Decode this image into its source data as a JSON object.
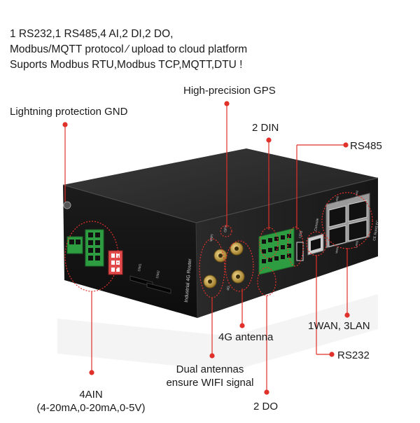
{
  "header_lines": [
    "1 RS232,1  RS485,4 AI,2 DI,2 DO,",
    "Modbus/MQTT protocol  ⁄  upload to cloud platform",
    "Suports Modbus RTU,Modbus TCP,MQTT,DTU !"
  ],
  "callouts": {
    "gps": "High-precision GPS",
    "gnd": "Lightning protection GND",
    "din": "2 DIN",
    "rs485": "RS485",
    "antenna4g": "4G antenna",
    "wan_lan": "1WAN, 3LAN",
    "rs232": "RS232",
    "wifi_line1": "Dual antennas",
    "wifi_line2": "ensure WIFI signal",
    "ain_line1": "4AIN",
    "ain_line2": "(4-20mA,0-20mA,0-5V)",
    "do": "2 DO"
  },
  "device": {
    "side_label": "Industrial 4G Router",
    "ant_wifi": "WIFI",
    "ant_gps": "GPS",
    "ant_4g": "4G",
    "sim1": "SIM1",
    "sim2": "SIM2",
    "console": "Console",
    "wan": "WAN",
    "lan1": "LAN1",
    "lan2": "LAN2",
    "lan3": "LAN3",
    "usb": "USB",
    "cert": "CE RoHS FC"
  },
  "colors": {
    "leader": "#e0312a",
    "device_top": "#2b2b2b",
    "device_front": "#161616",
    "terminal": "#2e9d42",
    "antenna": "#c9a544"
  }
}
